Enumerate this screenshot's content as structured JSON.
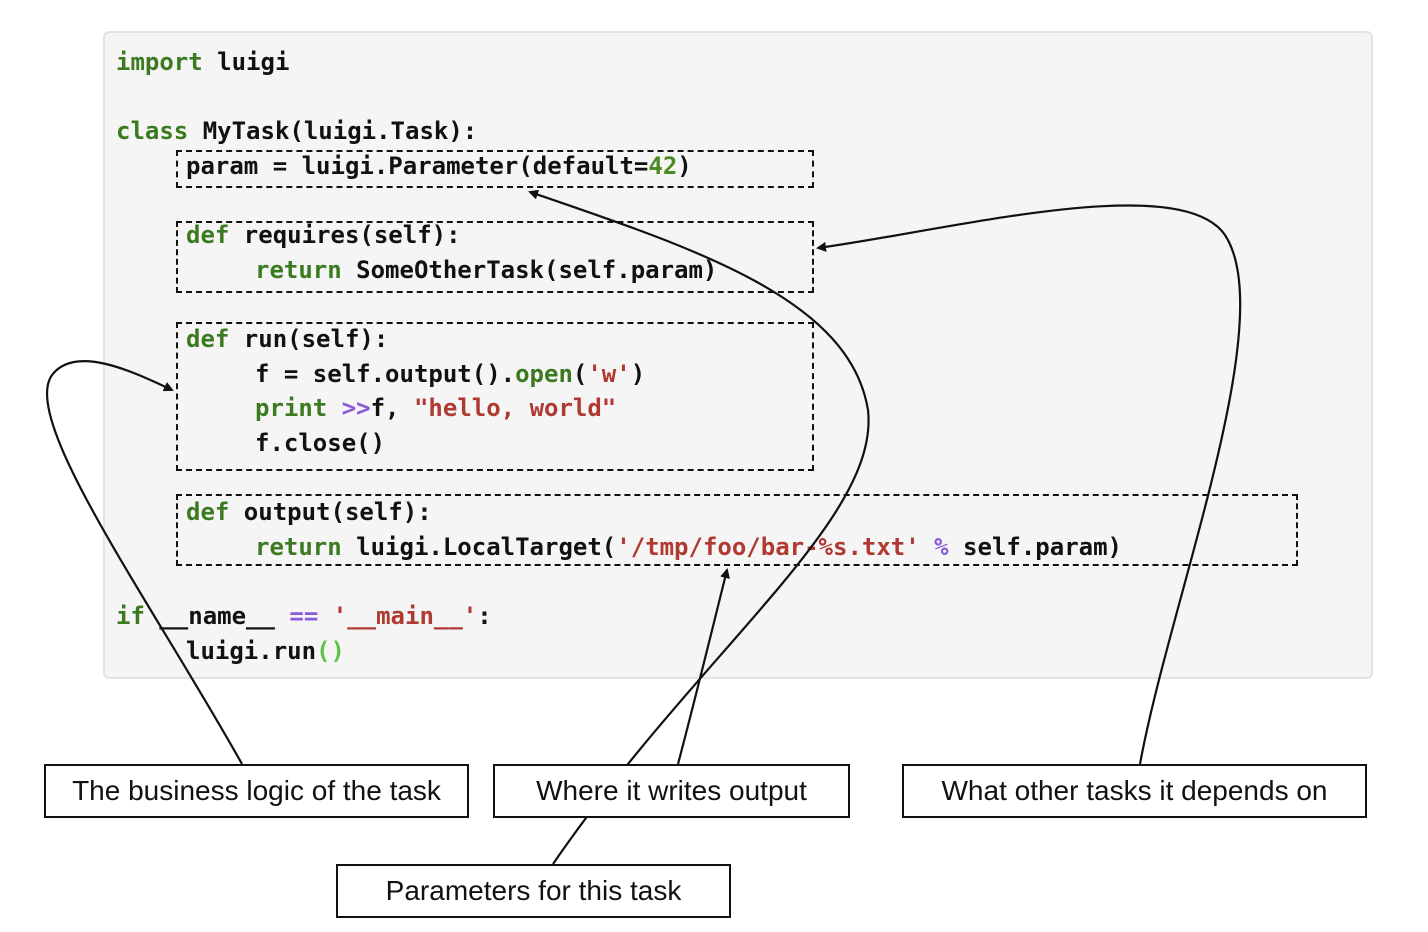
{
  "code": {
    "line1": {
      "kw": "import",
      "rest": " luigi"
    },
    "line2": {
      "kw": "class",
      "rest": " MyTask(luigi.Task):"
    },
    "line3": {
      "a": "param = luigi.Parameter(default=",
      "num": "42",
      "b": ")"
    },
    "line4": {
      "kw": "def",
      "rest": " requires(self):"
    },
    "line5": {
      "kw": "return",
      "rest": " SomeOtherTask(self.param)"
    },
    "line6": {
      "kw": "def",
      "rest": " run(self):"
    },
    "line7": {
      "a": "f = self.output().",
      "kw": "open",
      "b": "(",
      "str": "'w'",
      "c": ")"
    },
    "line8": {
      "kw": "print",
      "op": " >>",
      "a": "f, ",
      "str": "\"hello, world\""
    },
    "line9": {
      "a": "f.close()"
    },
    "line10": {
      "kw": "def",
      "rest": " output(self):"
    },
    "line11": {
      "kw": "return",
      "a": " luigi.LocalTarget(",
      "str": "'/tmp/foo/bar-%s.txt'",
      "op": " %",
      "b": " self.param)"
    },
    "line12": {
      "kw": "if",
      "a": " __name__ ",
      "op": "==",
      "str": " '__main__'",
      "b": ":"
    },
    "line13": {
      "a": "luigi.run",
      "paren": "()"
    }
  },
  "labels": {
    "business_logic": "The business logic of the task",
    "writes_output": "Where it writes output",
    "depends_on": "What other tasks it depends on",
    "parameters": "Parameters for this task"
  }
}
